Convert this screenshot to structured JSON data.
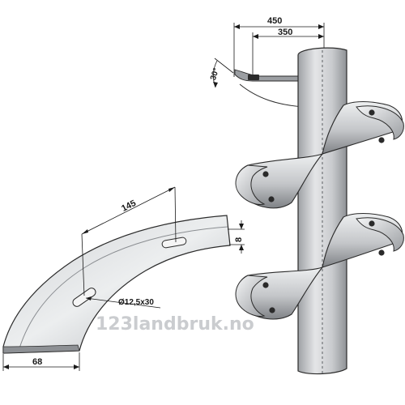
{
  "dimensions": {
    "dim_450": "450",
    "dim_350": "350",
    "dim_30deg": "30°",
    "dim_145": "145",
    "dim_8": "8",
    "dim_slot": "Ø12,5x30",
    "dim_68": "68"
  },
  "watermark": "123landbruk.no",
  "colors": {
    "steel_light": "#e6e7e9",
    "steel_mid": "#b8babd",
    "steel_dark": "#6c6e72",
    "bolt": "#2a2a2a"
  }
}
